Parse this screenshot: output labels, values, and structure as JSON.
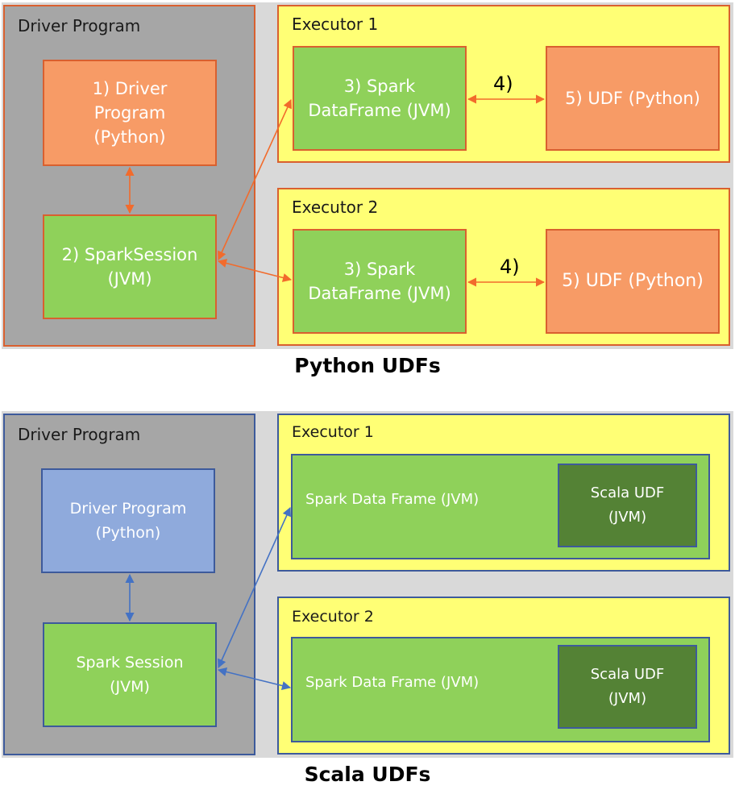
{
  "colors": {
    "python_arrow": "#f26b2c",
    "scala_arrow": "#4472c4",
    "python_border": "#d9602f",
    "scala_border": "#3d5a9b"
  },
  "python_section": {
    "driver_panel_label": "Driver Program",
    "driver_box_lines": [
      "1) Driver",
      "Program",
      "(Python)"
    ],
    "session_box_lines": [
      "2) SparkSession",
      "(JVM)"
    ],
    "executor1_label": "Executor 1",
    "executor2_label": "Executor 2",
    "dataframe_lines": [
      "3) Spark",
      "DataFrame (JVM)"
    ],
    "step_label": "4)",
    "udf_label": "5) UDF (Python)",
    "caption": "Python UDFs"
  },
  "scala_section": {
    "driver_panel_label": "Driver Program",
    "driver_box_lines": [
      "Driver Program",
      "(Python)"
    ],
    "session_box_lines": [
      "Spark Session",
      "(JVM)"
    ],
    "executor1_label": "Executor 1",
    "executor2_label": "Executor 2",
    "dataframe_label": "Spark Data Frame (JVM)",
    "udf_lines": [
      "Scala UDF",
      "(JVM)"
    ],
    "caption": "Scala UDFs"
  }
}
